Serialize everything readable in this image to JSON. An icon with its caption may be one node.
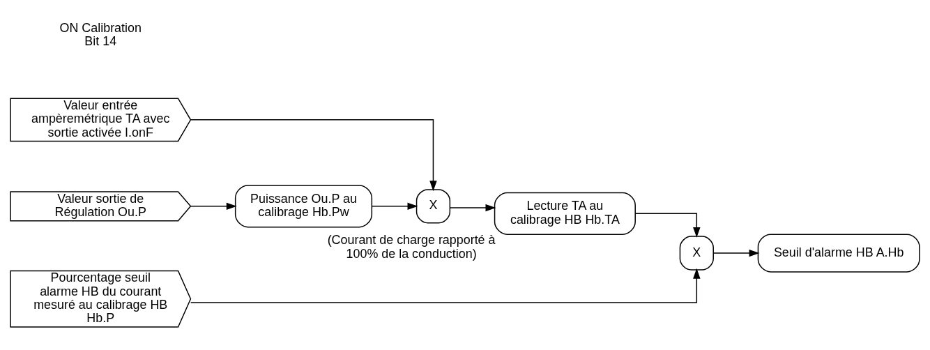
{
  "diagram": {
    "nodes": [
      {
        "text": [
          "Valeur sortie de Régulation Ou.P"
        ]
      },
      {
        "text": [
          "Valeur entrée ampèremétrique TA avec sortie activée I.onF"
        ]
      },
      {
        "text": [
          "Pourcentage seuil alarme HB du courant mesuré au calibrage HB Hb.P"
        ]
      },
      {
        "text": [
          "Puissance Ou.P au calibrage Hb.Pw"
        ]
      },
      {
        "text": [
          "X"
        ]
      },
      {
        "text": [
          "Lecture TA au calibrage HB Hb.TA"
        ],
        "beside": [
          "(Courant de charge rapporté à 100% de la conduction)"
        ]
      },
      {
        "text": [
          "X"
        ]
      },
      {
        "text": [
          "Seuil d'alarme HB A.Hb"
        ]
      }
    ],
    "edges": [
      {
        "from": 0,
        "to": 3,
        "arrow": "to"
      },
      {
        "from": 3,
        "to": 4,
        "arrow": "to"
      },
      {
        "from": 1,
        "to": 4,
        "arrow": "to"
      },
      {
        "from": 4,
        "to": 5,
        "arrow": "to"
      },
      {
        "from": 5,
        "to": 6,
        "arrow": "to"
      },
      {
        "from": 6,
        "to": 7,
        "arrow": "to"
      },
      {
        "from": 2,
        "to": 6,
        "arrow": "to"
      }
    ],
    "labels": [
      "ON Calibration Bit 14"
    ]
  }
}
